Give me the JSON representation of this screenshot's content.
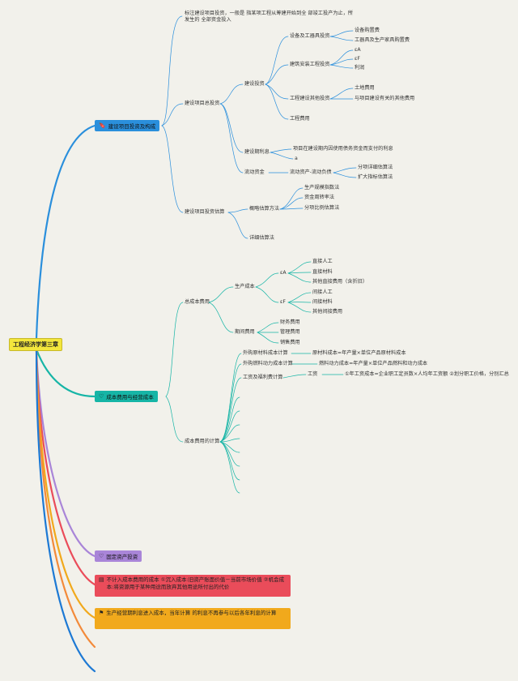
{
  "root": "工程经济学第三章",
  "branches": {
    "b1": {
      "label": "建设项目投资及构成",
      "icon": "bookmark-icon"
    },
    "b2": {
      "label": "成本费用与经营成本",
      "icon": "heart-icon"
    },
    "b3": {
      "label": "固定资产投资",
      "icon": "heart-icon"
    },
    "b4": {
      "label": "不计入成本费用的成本 ①沉入成本:旧资产账面价值－当前市场价值 ②机会成本:将资源用于某种用途而放弃其他用途所付出的代价",
      "icon": "document-icon"
    },
    "b5": {
      "label": "生产经营期利息进入成本，当年计算 的利息不再参与以后各年利息的计算",
      "icon": "flag-icon"
    }
  },
  "n": {
    "a0": "标注建设项目投资，一般是 指某项工程从筹建开始到全 部竣工投产为止，所发生的 全部资金投入",
    "a1": "建设项目总投资",
    "a2": "建设项目投资估算",
    "a3": "建设投资",
    "a4": "建设期利息",
    "a5": "流动资金",
    "a6": "设备及工器具投资",
    "a7": "建筑安装工程投资",
    "a8": "工程建设其他投资",
    "a9": "工程费用",
    "a10": "设备购置费",
    "a11": "工器具及生产家具购置费",
    "a12": "εA",
    "a13": "εF",
    "a14": "利润",
    "a15": "土地费用",
    "a16": "与项目建设有关的其他费用",
    "a17": "项目在建设期内因使用债务资金而支付的利息",
    "a18": "a",
    "a19": "流动资产-流动负债",
    "a20": "分项详细估算法",
    "a21": "扩大指标估算法",
    "a22": "概略估算方法",
    "a23": "详细估算法",
    "a24": "生产规模指数法",
    "a25": "资金周转率法",
    "a26": "分项比例估算法",
    "c1": "总成本费用",
    "c2": "成本费用的计算",
    "c3": "生产成本",
    "c4": "期间费用",
    "c5": "εA",
    "c6": "εF",
    "c7": "直接人工",
    "c8": "直接材料",
    "c9": "其他直接费用（含折旧）",
    "c10": "间接人工",
    "c11": "间接材料",
    "c12": "其他间接费用",
    "c13": "财务费用",
    "c14": "管理费用",
    "c15": "销售费用",
    "c16": "外购原材料成本计算",
    "c17": "外购燃料动力成本计算",
    "c18": "工资及福利费计算",
    "c19": "原材料成本=年产量×单位产品原材料成本",
    "c20": "燃料动力成本=年产量×单位产品燃料和动力成本",
    "c21": "工资",
    "c22": "①年工资成本=企业职工定员数×人均年工资额 ②划分职工价格，分别汇总"
  },
  "colors": {
    "blue": "#2a8fdc",
    "teal": "#16b5a6",
    "purple": "#a985d8",
    "red": "#ea4c5a",
    "orange": "#f1a91c",
    "root": "#f3e63c"
  }
}
